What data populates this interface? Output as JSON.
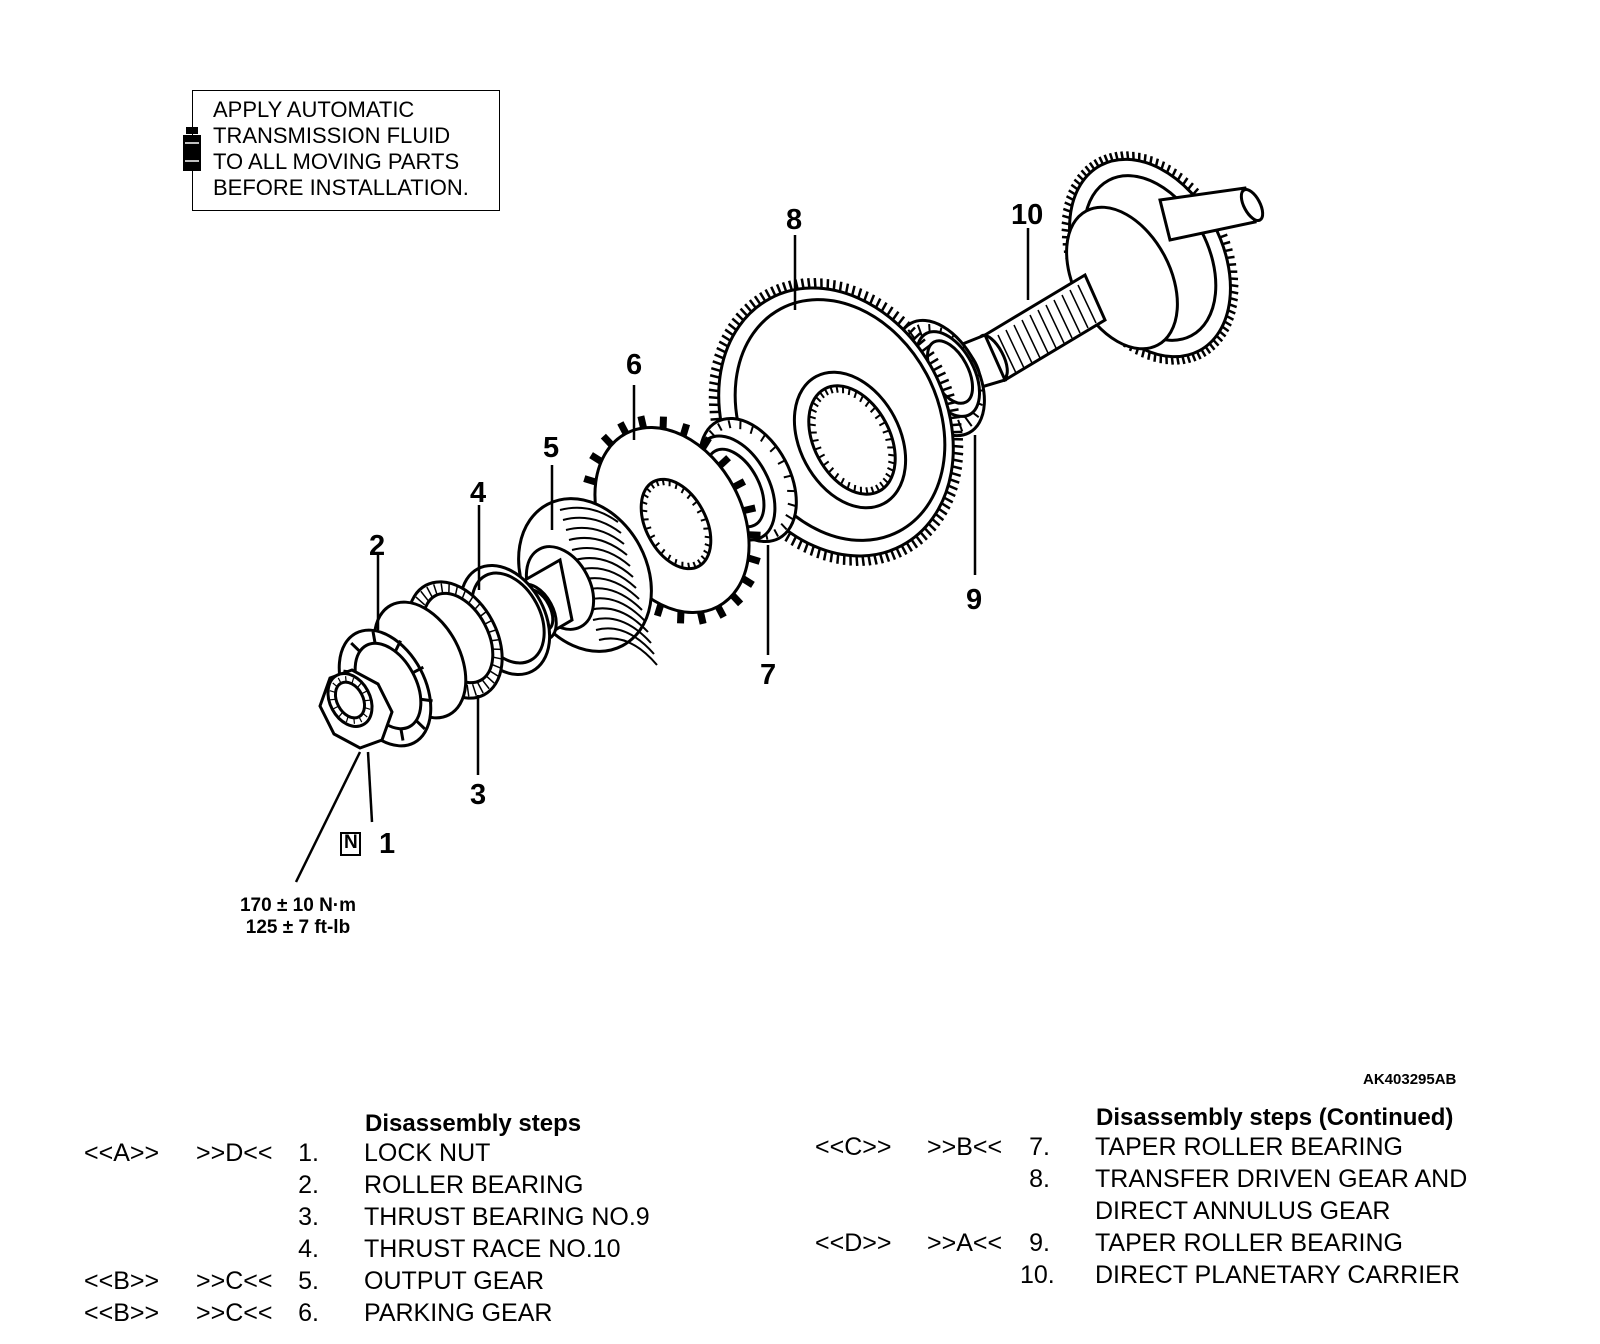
{
  "note": {
    "lines": [
      "APPLY AUTOMATIC",
      "TRANSMISSION FLUID",
      "TO ALL MOVING PARTS",
      "BEFORE INSTALLATION."
    ],
    "icon": "fluid-bottle-icon"
  },
  "callouts": [
    "1",
    "2",
    "3",
    "4",
    "5",
    "6",
    "7",
    "8",
    "9",
    "10"
  ],
  "new_part_mark": "N",
  "torque": {
    "metric": "170 ± 10 N·m",
    "imperial": "125 ± 7 ft-lb"
  },
  "figure_code": "AK403295AB",
  "steps": {
    "title": "Disassembly steps",
    "title_continued": "Disassembly steps (Continued)",
    "left": [
      {
        "removal": "<<A>>",
        "install": ">>D<<",
        "num": "1.",
        "name": "LOCK NUT",
        "name2": ""
      },
      {
        "removal": "",
        "install": "",
        "num": "2.",
        "name": "ROLLER BEARING",
        "name2": ""
      },
      {
        "removal": "",
        "install": "",
        "num": "3.",
        "name": "THRUST BEARING NO.9",
        "name2": ""
      },
      {
        "removal": "",
        "install": "",
        "num": "4.",
        "name": "THRUST RACE NO.10",
        "name2": ""
      },
      {
        "removal": "<<B>>",
        "install": ">>C<<",
        "num": "5.",
        "name": "OUTPUT GEAR",
        "name2": ""
      },
      {
        "removal": "<<B>>",
        "install": ">>C<<",
        "num": "6.",
        "name": "PARKING GEAR",
        "name2": ""
      }
    ],
    "right": [
      {
        "removal": "<<C>>",
        "install": ">>B<<",
        "num": "7.",
        "name": "TAPER ROLLER BEARING",
        "name2": ""
      },
      {
        "removal": "",
        "install": "",
        "num": "8.",
        "name": "TRANSFER DRIVEN GEAR AND",
        "name2": "DIRECT ANNULUS GEAR"
      },
      {
        "removal": "<<D>>",
        "install": ">>A<<",
        "num": "9.",
        "name": "TAPER ROLLER BEARING",
        "name2": ""
      },
      {
        "removal": "",
        "install": "",
        "num": "10.",
        "name": "DIRECT PLANETARY CARRIER",
        "name2": ""
      }
    ]
  }
}
